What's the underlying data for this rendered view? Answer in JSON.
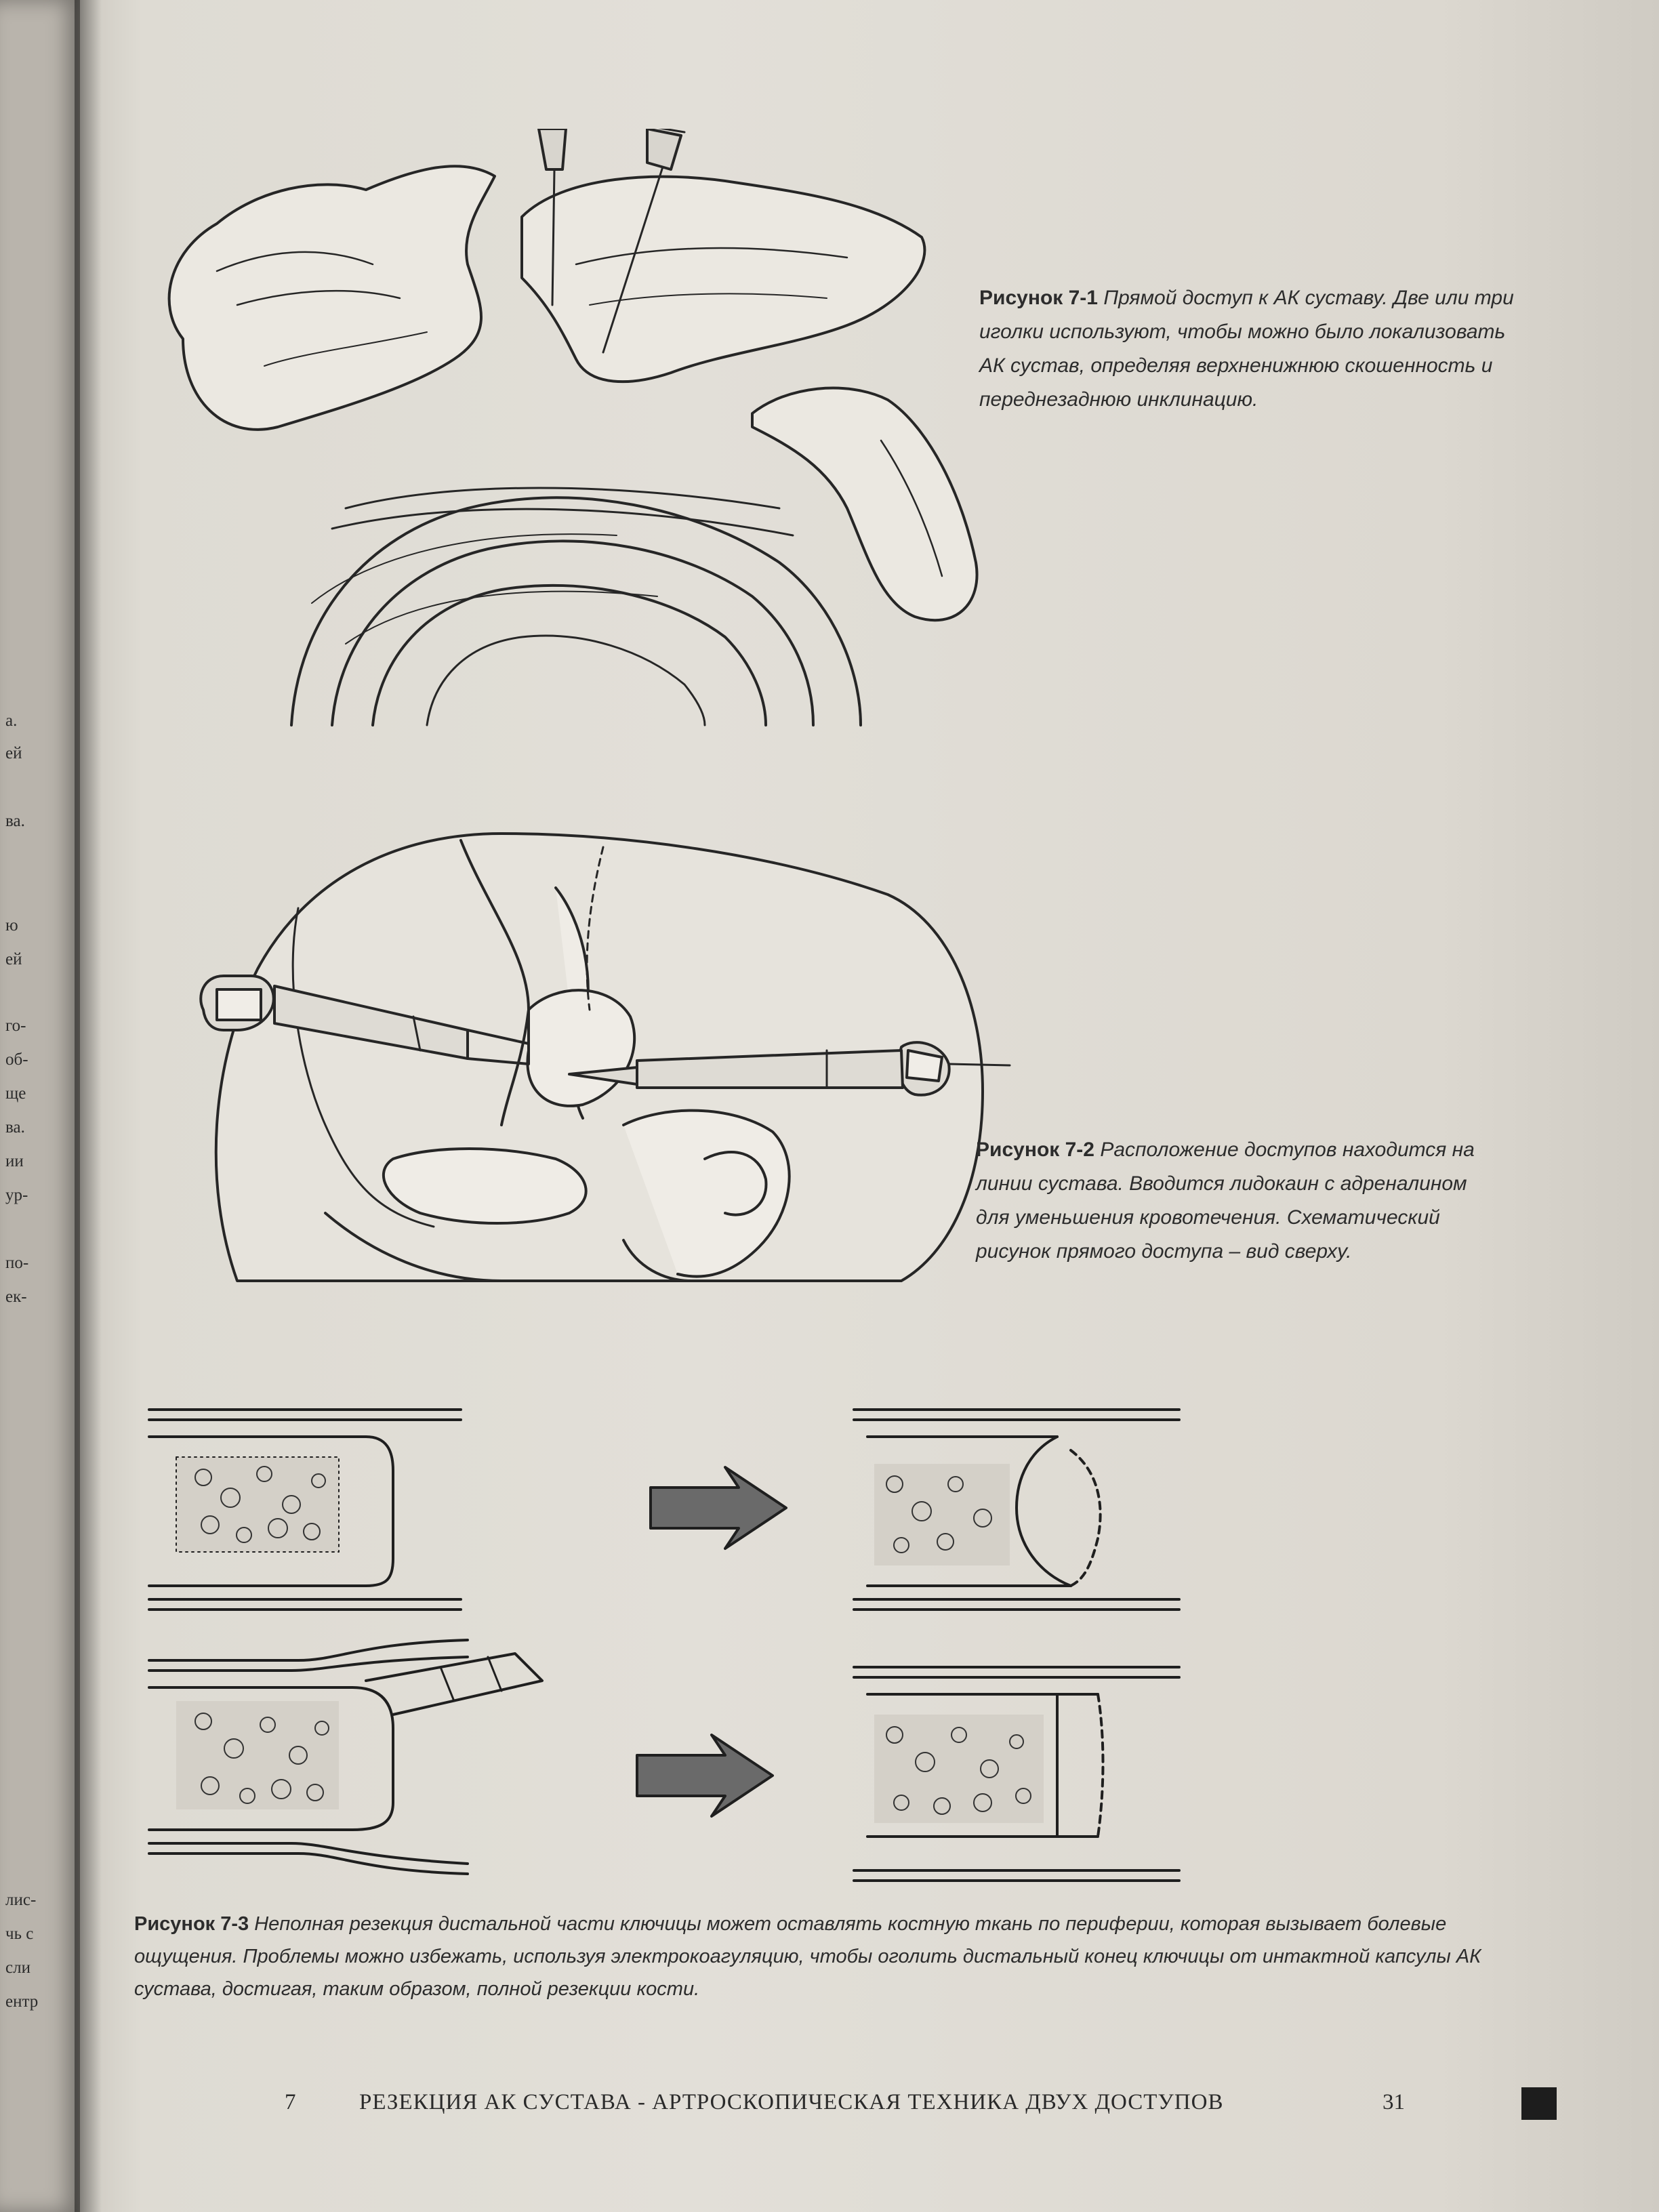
{
  "left_page_fragments": [
    "а.",
    "ей",
    "ва.",
    "ю",
    "ей",
    "го-",
    "об-",
    "ще",
    "ва.",
    "ии",
    "ур-",
    "по-",
    "ек-",
    "лис-",
    "чь с",
    "сли",
    "ентр"
  ],
  "figure_7_1": {
    "label": "Рисунок 7-1",
    "text": "Прямой доступ к АК суставу. Две или три иголки используют, чтобы можно было локализовать АК сустав, определяя верхненижнюю скошенность и переднезаднюю инклинацию."
  },
  "figure_7_2": {
    "label": "Рисунок 7-2",
    "text": "Расположение доступов находится на линии сустава. Вводится лидокаин с адреналином для уменьшения кровотечения. Схематический рисунок прямого доступа – вид сверху."
  },
  "figure_7_3": {
    "label": "Рисунок 7-3",
    "text": "Неполная резекция дистальной части ключицы может оставлять костную ткань по периферии, которая вызывает болевые ощущения. Проблемы можно избежать, используя электрокоагуляцию, чтобы оголить дистальный конец ключицы от интактной капсулы АК сустава, достигая, таким образом, полной резекции кости."
  },
  "footer": {
    "chapter_number": "7",
    "chapter_title": "РЕЗЕКЦИЯ АК СУСТАВА - АРТРОСКОПИЧЕСКАЯ ТЕХНИКА ДВУХ ДОСТУПОВ",
    "page_number": "31"
  },
  "colors": {
    "ink": "#2c2c2c",
    "paper": "#e0ddd6",
    "background": "#6b4a2a"
  }
}
